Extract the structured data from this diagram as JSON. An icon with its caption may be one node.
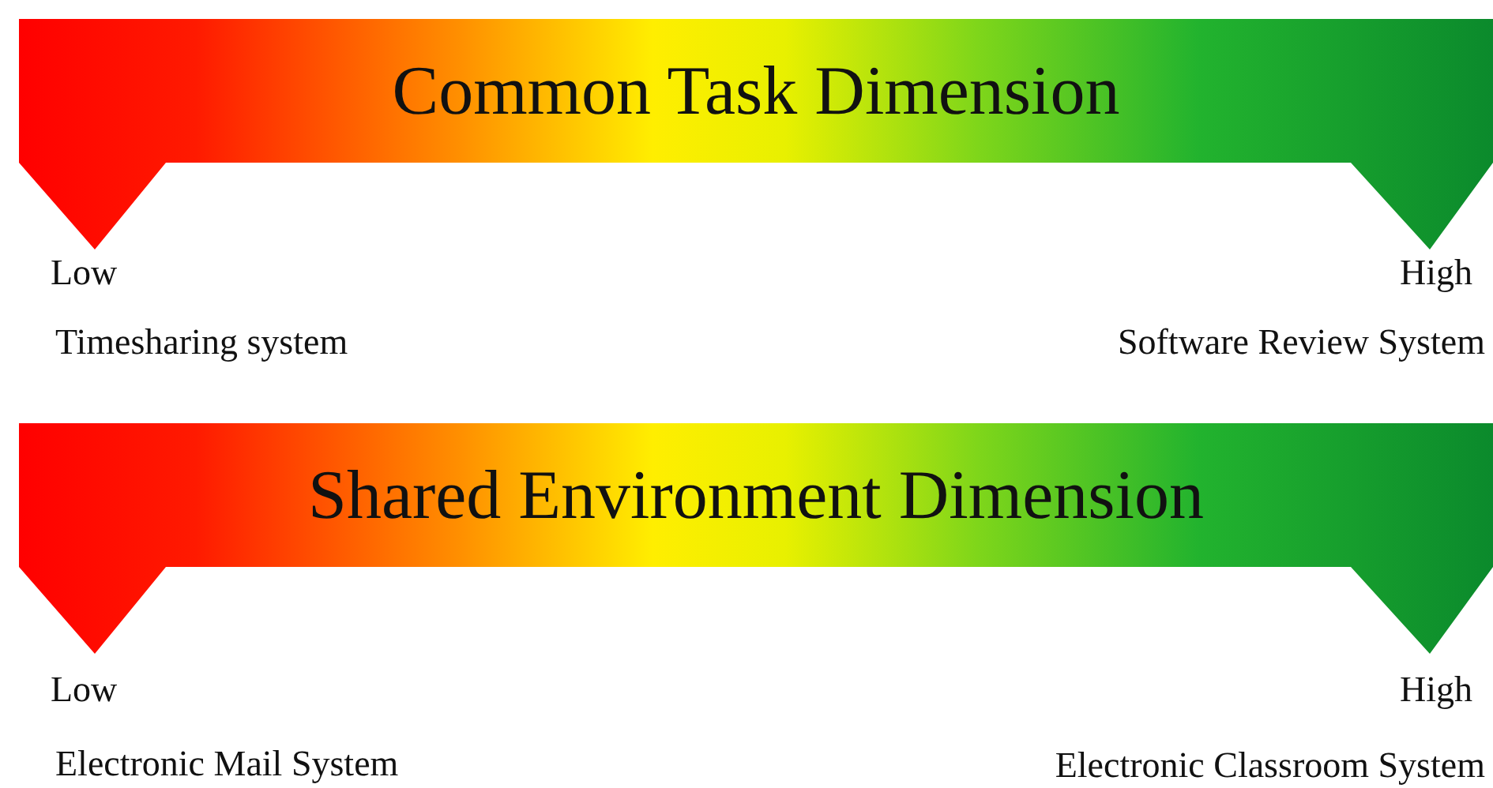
{
  "diagram": {
    "nodes": [
      {
        "text": [
          "Common Task Dimension"
        ]
      },
      {
        "text": [
          "Shared Environment Dimension"
        ]
      }
    ],
    "labels": [
      "Low",
      "High",
      "Timesharing system",
      "Software Review System",
      "Low",
      "High",
      "Electronic Mail System",
      "Electronic Classroom System"
    ]
  }
}
